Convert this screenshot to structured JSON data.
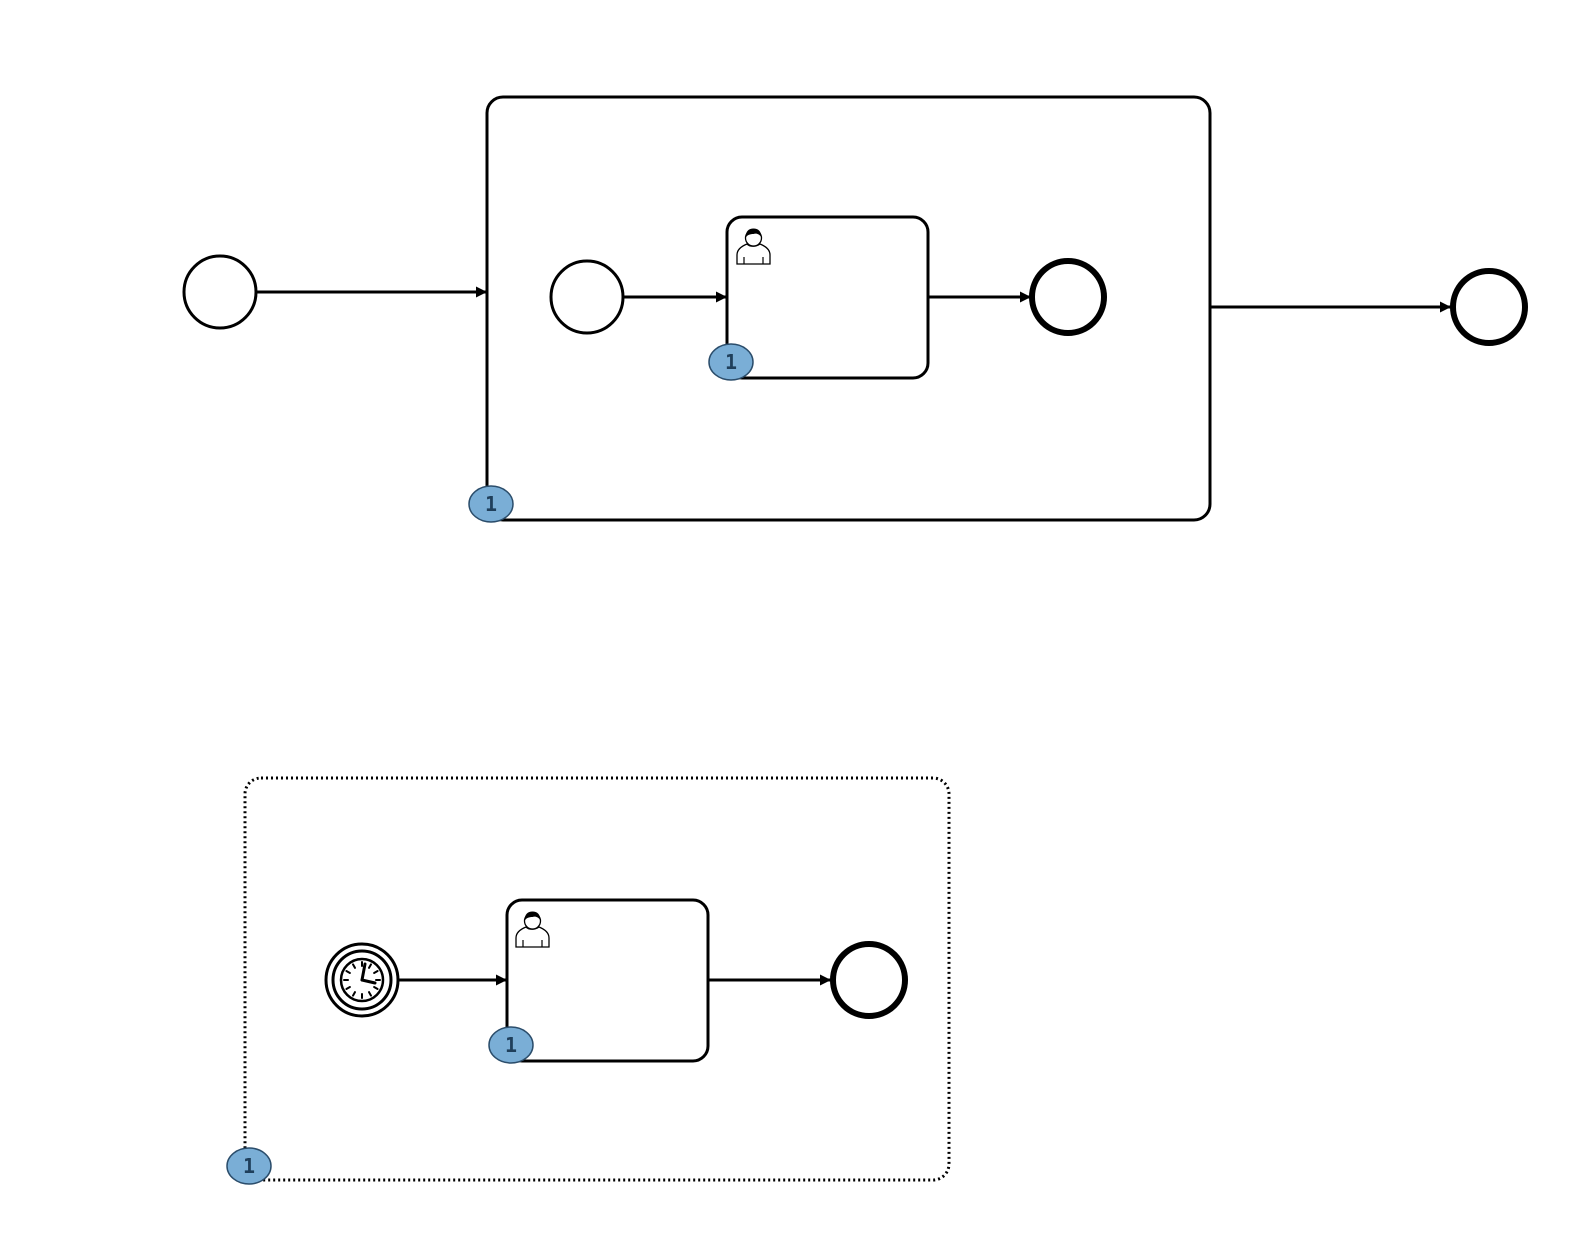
{
  "colors": {
    "stroke": "#000000",
    "background": "#ffffff",
    "badge_fill": "#7aaed6",
    "badge_stroke": "#2b4d6b",
    "badge_text": "#1f3f5b"
  },
  "badges": {
    "subprocess": "1",
    "user_task": "1",
    "event_subprocess": "1",
    "event_user_task": "1"
  },
  "icons": {
    "user_task": "user-icon",
    "timer_start": "clock-icon"
  }
}
